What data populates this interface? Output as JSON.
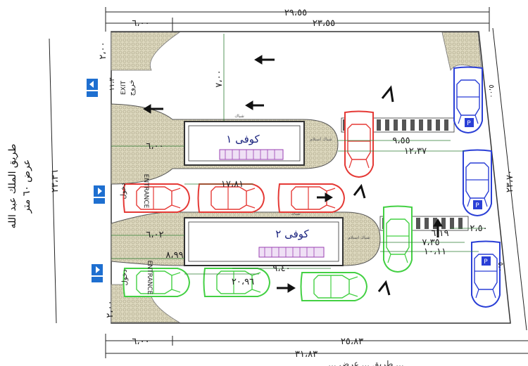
{
  "road": {
    "name": "طريق الملك عبد الله",
    "width": "عرض ٦٠ متر",
    "bottom_text": "... طريق ... عرض ..."
  },
  "dimensions": {
    "top_overall": "٢٩،٥٥",
    "top_inner": "٢٣،٥٥",
    "top_left": "٦،٠٠",
    "bottom_overall": "٣١،٨٣",
    "bottom_inner": "٢٥،٨٣",
    "bottom_left": "٦،٠٠",
    "left_side": "٢٣،٣٦",
    "right_side": "٢٣،٧٠",
    "corner_top": "٢،٠٠",
    "corner_bottom": "٢،٠٠",
    "lane_top": "٧،٠٠",
    "lane_left_top": "١١،٣",
    "kiosk1_width": "٦،٠٠",
    "kiosk2_width": "٦،٠٢",
    "queue1": "١٧،٨١",
    "queue2": "٢٠،٩٦",
    "entry1_width": "٨،٩٩",
    "kiosk2_depth": "٩،٤٠",
    "right_a": "٩،٥٥",
    "right_b": "١٢،٣٧",
    "right_c": "٧،٣٥",
    "right_d": "١٠،١١",
    "right_e": "٢،٥٠",
    "right_f": "٦،١٩",
    "side_a": "٥،٠٠",
    "side_b": "٥،٠"
  },
  "labels": {
    "kiosk1": "كوفى ١",
    "kiosk2": "كوفى ٢",
    "exit_en": "EXIT",
    "exit_ar": "خروج",
    "entrance1_en": "ENTRANCE",
    "entrance1_ar": "دخول",
    "entrance2_en": "ENTRANCE",
    "entrance2_ar": "دخول",
    "kiosk1_window": "شباك",
    "kiosk2_window": "شباك",
    "kiosk1_note": "شباك استلام",
    "kiosk2_note": "شباك استلام"
  },
  "colors": {
    "car_red": "#e53935",
    "car_green": "#43d043",
    "car_blue": "#2a3fd6",
    "landscape": "#d8d3b8",
    "stair": "#9a3fb2",
    "sign_blue": "#1e6fd0"
  }
}
